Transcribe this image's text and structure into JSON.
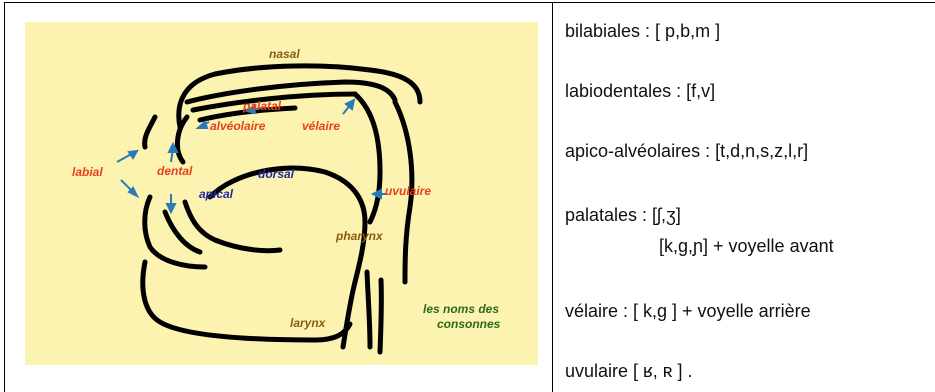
{
  "diagram": {
    "background_color": "#fcf3b0",
    "labels": {
      "nasal": "nasal",
      "palatal": "palatal",
      "alveolaire": "alvéolaire",
      "velaire": "vélaire",
      "labial": "labial",
      "dental": "dental",
      "dorsal": "dorsal",
      "apical": "apical",
      "uvulaire": "uvulaire",
      "pharynx": "pharynx",
      "larynx": "larynx",
      "caption_line1": "les noms des",
      "caption_line2": "consonnes"
    },
    "colors": {
      "red": "#e8401c",
      "blue": "#1f2c9e",
      "brown": "#8a5a14",
      "green": "#2d6a1a",
      "arrow": "#2a7ab8"
    }
  },
  "right_column": {
    "lines": [
      "bilabiales : [ p,b,m ]",
      "labiodentales : [f,v]",
      "apico-alvéolaires : [t,d,n,s,z,l,r]",
      "palatales : [ʃ,ʒ]",
      "[k,g,ɲ] + voyelle avant",
      "vélaire : [ k,g ] + voyelle arrière",
      "uvulaire [ ʁ, ʀ ] ."
    ]
  }
}
